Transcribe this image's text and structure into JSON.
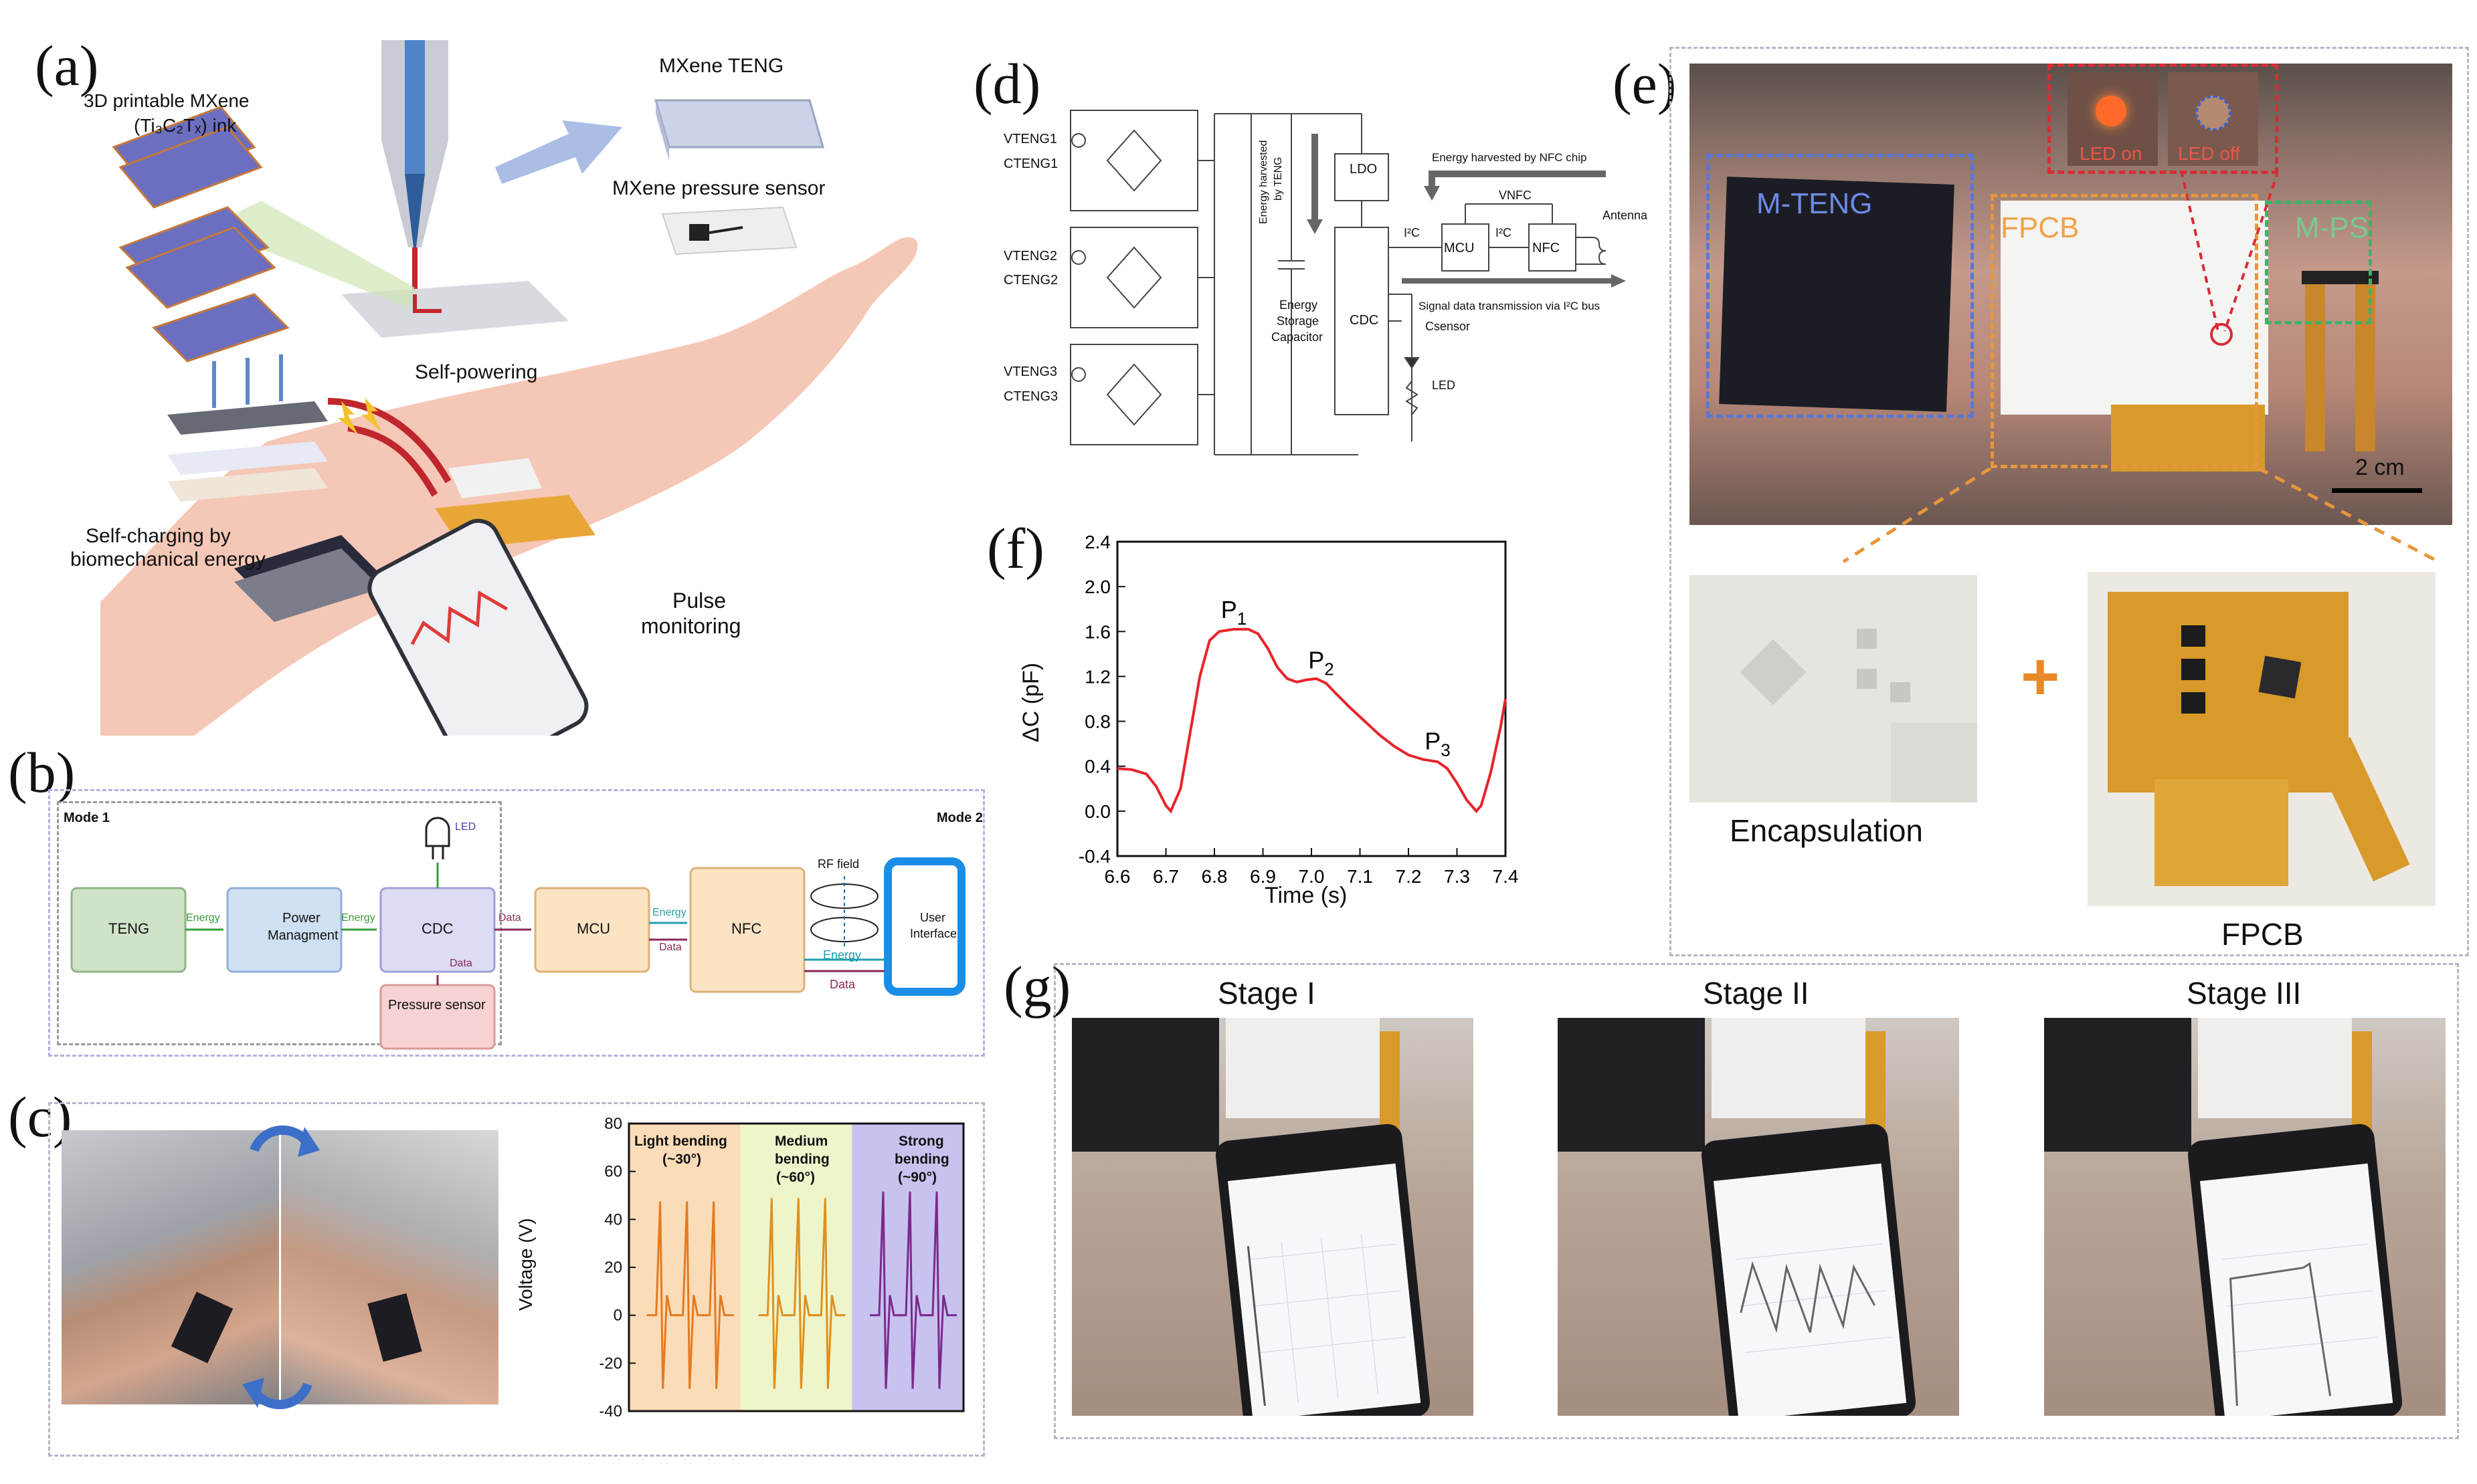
{
  "panels": {
    "a": {
      "label": "(a)",
      "ink_line1": "3D printable MXene",
      "ink_line2": "(Ti₃C₂Tₓ) ink",
      "teng": "MXene TENG",
      "sensor": "MXene pressure sensor",
      "self_powering": "Self-powering",
      "self_charging_1": "Self-charging by",
      "self_charging_2": "biomechanical energy",
      "pulse_1": "Pulse",
      "pulse_2": "monitoring"
    },
    "b": {
      "label": "(b)",
      "mode1": "Mode 1",
      "mode2": "Mode 2",
      "led": "LED",
      "rf_field": "RF field",
      "blocks": {
        "teng": "TENG",
        "pm1": "Power",
        "pm2": "Managment",
        "cdc": "CDC",
        "mcu": "MCU",
        "nfc": "NFC",
        "ui1": "User",
        "ui2": "Interface",
        "ps": "Pressure sensor"
      },
      "arrows": {
        "energy": "Energy",
        "data": "Data"
      }
    },
    "c": {
      "label": "(c)",
      "ylabel": "Voltage (V)",
      "yticks": [
        "80",
        "60",
        "40",
        "20",
        "0",
        "-20",
        "-40"
      ],
      "regions": [
        {
          "line1": "Light bending",
          "line2": "(~30°)",
          "color": "#fbdcb8"
        },
        {
          "line1": "Medium",
          "line2": "bending",
          "line3": "(~60°)",
          "color": "#eef5cb"
        },
        {
          "line1": "Strong",
          "line2": "bending",
          "line3": "(~90°)",
          "color": "#c8c2ef"
        }
      ]
    },
    "d": {
      "label": "(d)",
      "v1": "VTENG1",
      "c1": "CTENG1",
      "v2": "VTENG2",
      "c2": "CTENG2",
      "v3": "VTENG3",
      "c3": "CTENG3",
      "ldo": "LDO",
      "cdc": "CDC",
      "mcu": "MCU",
      "nfc": "NFC",
      "i2c": "I²C",
      "i2c2": "I²C",
      "vnfc": "VNFC",
      "antenna": "Antenna",
      "led": "LED",
      "csensor": "Csensor",
      "esc1": "Energy",
      "esc2": "Storage",
      "esc3": "Capacitor",
      "harvest_teng_1": "Energy harvested",
      "harvest_teng_2": "by TENG",
      "harvest_nfc": "Energy harvested by NFC chip",
      "signal": "Signal data transmission via I²C bus"
    },
    "e": {
      "label": "(e)",
      "m_teng": "M-TENG",
      "fpcb_tag": "FPCB",
      "m_ps": "M-PS",
      "led_on": "LED on",
      "led_off": "LED off",
      "scale": "2 cm",
      "encapsulation": "Encapsulation",
      "plus": "+",
      "fpcb": "FPCB"
    },
    "g": {
      "label": "(g)",
      "stages": [
        "Stage I",
        "Stage II",
        "Stage III"
      ]
    }
  },
  "chart_data": {
    "type": "line",
    "label": "(f)",
    "xlabel": "Time (s)",
    "ylabel": "ΔC (pF)",
    "xlim": [
      6.6,
      7.4
    ],
    "ylim": [
      -0.4,
      2.4
    ],
    "xticks": [
      "6.6",
      "6.7",
      "6.8",
      "6.9",
      "7.0",
      "7.1",
      "7.2",
      "7.3",
      "7.4"
    ],
    "yticks": [
      "-0.4",
      "0.0",
      "0.4",
      "0.8",
      "1.2",
      "1.6",
      "2.0",
      "2.4"
    ],
    "x": [
      6.6,
      6.63,
      6.66,
      6.68,
      6.7,
      6.71,
      6.73,
      6.75,
      6.77,
      6.79,
      6.81,
      6.84,
      6.87,
      6.89,
      6.91,
      6.93,
      6.95,
      6.97,
      6.99,
      7.01,
      7.03,
      7.05,
      7.08,
      7.11,
      7.14,
      7.17,
      7.2,
      7.23,
      7.26,
      7.28,
      7.3,
      7.32,
      7.34,
      7.35,
      7.37,
      7.39,
      7.4
    ],
    "y": [
      0.38,
      0.37,
      0.33,
      0.22,
      0.05,
      0.0,
      0.2,
      0.7,
      1.2,
      1.52,
      1.6,
      1.62,
      1.62,
      1.58,
      1.45,
      1.28,
      1.18,
      1.15,
      1.17,
      1.18,
      1.14,
      1.05,
      0.92,
      0.8,
      0.68,
      0.58,
      0.5,
      0.46,
      0.44,
      0.38,
      0.25,
      0.1,
      0.0,
      0.05,
      0.35,
      0.75,
      1.0
    ],
    "annotations": [
      {
        "text": "P",
        "sub": "1",
        "x": 6.84,
        "y": 1.72
      },
      {
        "text": "P",
        "sub": "2",
        "x": 7.02,
        "y": 1.27
      },
      {
        "text": "P",
        "sub": "3",
        "x": 7.26,
        "y": 0.55
      }
    ],
    "color": "#e8242a"
  }
}
